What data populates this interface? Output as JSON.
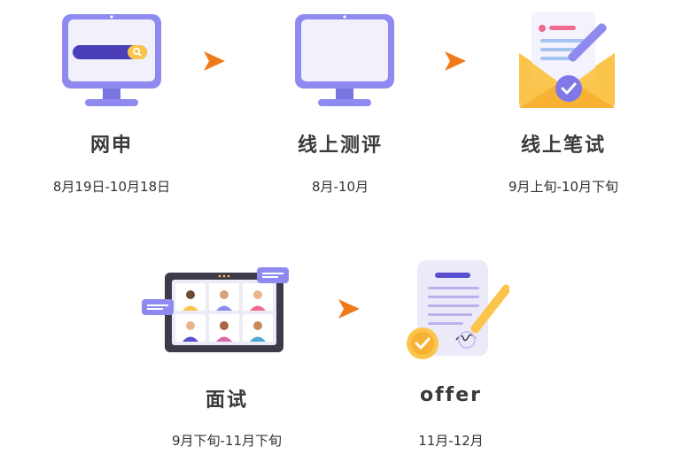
{
  "steps": [
    {
      "title": "网申",
      "date": "8月19日-10月18日"
    },
    {
      "title": "线上测评",
      "date": "8月-10月"
    },
    {
      "title": "线上笔试",
      "date": "9月上旬-10月下旬"
    },
    {
      "title": "面试",
      "date": "9月下旬-11月下旬"
    },
    {
      "title": "offer",
      "date": "11月-12月"
    }
  ],
  "colors": {
    "accent_arrow": "#f07a1a",
    "icon_purple": "#8f8af0",
    "icon_dark": "#5a4fcf",
    "envelope_yellow": "#fbc44a"
  },
  "icons": {
    "step1": "monitor-search-icon",
    "step2": "monitor-icon",
    "step3": "envelope-document-pen-icon",
    "step4": "video-call-tablet-icon",
    "step5": "signed-document-badge-icon",
    "arrow": "arrow-right-icon"
  }
}
